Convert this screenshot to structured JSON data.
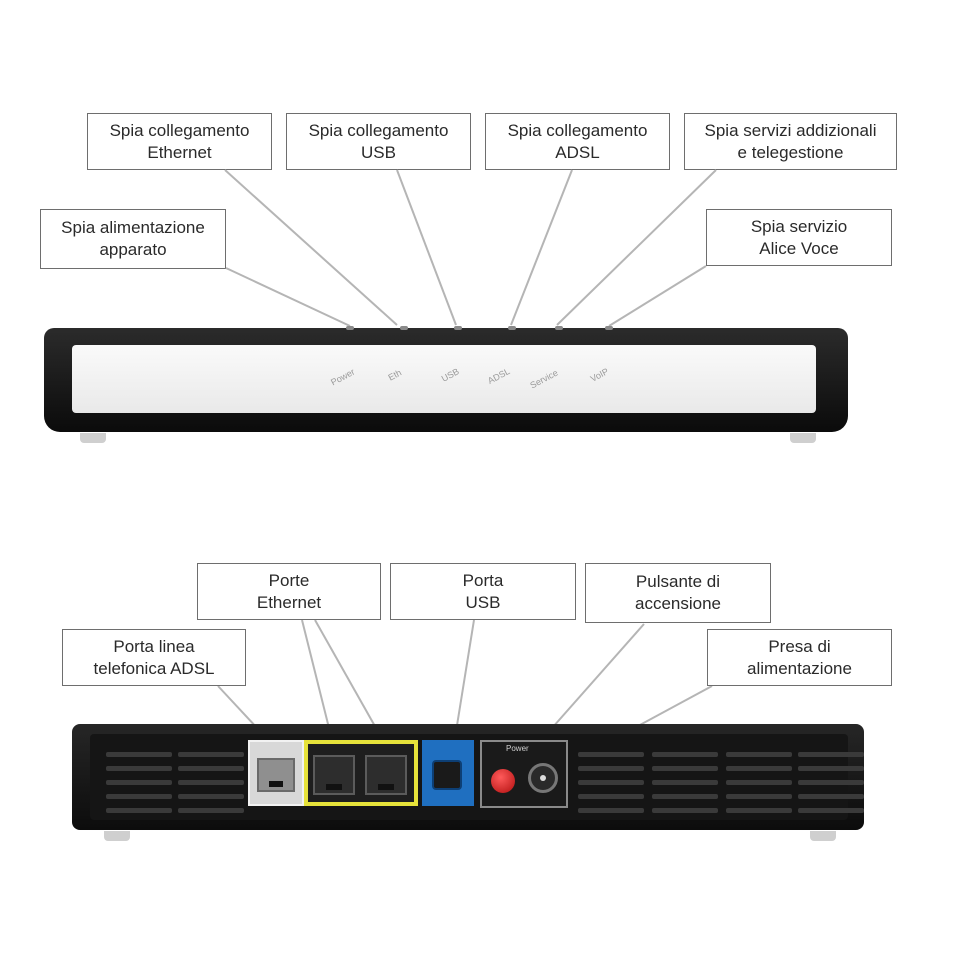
{
  "front_view": {
    "callouts": {
      "ethernet_led": [
        "Spia collegamento",
        "Ethernet"
      ],
      "usb_led": [
        "Spia collegamento",
        "USB"
      ],
      "adsl_led": [
        "Spia collegamento",
        "ADSL"
      ],
      "services_led": [
        "Spia servizi addizionali",
        "e telegestione"
      ],
      "power_led": [
        "Spia alimentazione",
        "apparato"
      ],
      "voice_led": [
        "Spia servizio",
        "Alice Voce"
      ]
    },
    "led_labels": [
      "Power",
      "Eth",
      "USB",
      "ADSL",
      "Service",
      "VoIP"
    ]
  },
  "rear_view": {
    "callouts": {
      "ethernet_ports": [
        "Porte",
        "Ethernet"
      ],
      "usb_port": [
        "Porta",
        "USB"
      ],
      "power_button": [
        "Pulsante di",
        "accensione"
      ],
      "adsl_port": [
        "Porta linea",
        "telefonica ADSL"
      ],
      "power_socket": [
        "Presa di",
        "alimentazione"
      ]
    },
    "port_tags": {
      "power": "Power"
    },
    "colors": {
      "ethernet_frame": "#e6e23a",
      "usb_frame": "#1f6fc0",
      "adsl_frame": "#d8d8d8",
      "power_button": "#d41f1f"
    }
  }
}
